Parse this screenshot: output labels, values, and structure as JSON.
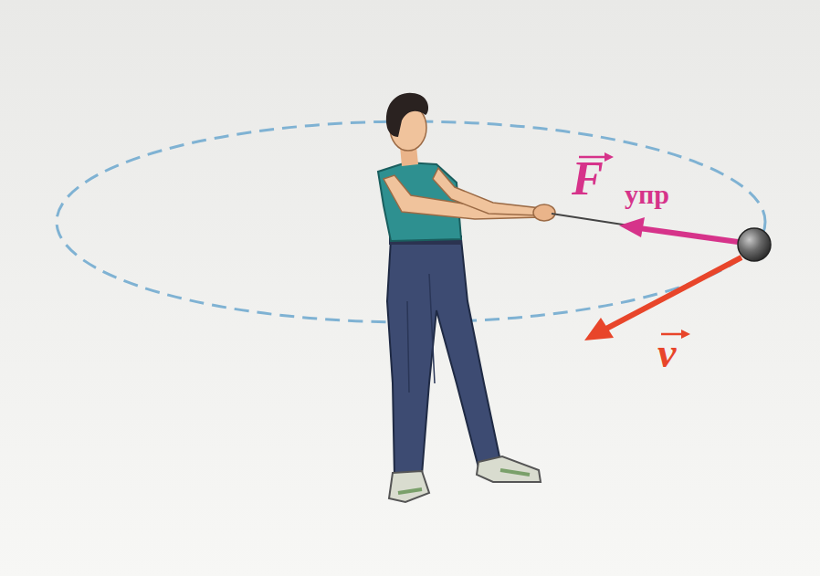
{
  "diagram": {
    "labels": [
      "F",
      "упр",
      "v"
    ]
  }
}
